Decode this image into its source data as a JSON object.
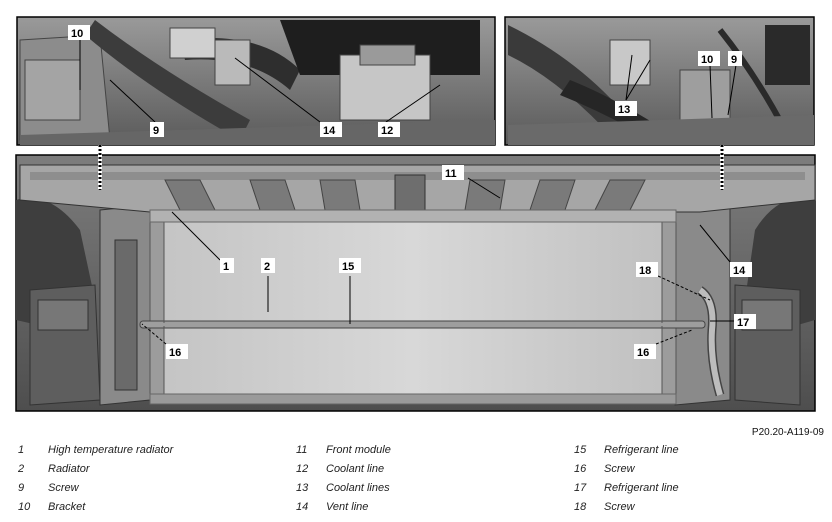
{
  "figure_ref": "P20.20-A119-09",
  "callouts": {
    "c1": "1",
    "c2": "2",
    "c9a": "9",
    "c9b": "9",
    "c10a": "10",
    "c10b": "10",
    "c11": "11",
    "c12": "12",
    "c13": "13",
    "c14a": "14",
    "c14b": "14",
    "c15": "15",
    "c16a": "16",
    "c16b": "16",
    "c17": "17",
    "c18": "18"
  },
  "legend": [
    {
      "num": "1",
      "label": "High temperature radiator"
    },
    {
      "num": "2",
      "label": "Radiator"
    },
    {
      "num": "9",
      "label": "Screw"
    },
    {
      "num": "10",
      "label": "Bracket"
    },
    {
      "num": "11",
      "label": "Front module"
    },
    {
      "num": "12",
      "label": "Coolant line"
    },
    {
      "num": "13",
      "label": "Coolant lines"
    },
    {
      "num": "14",
      "label": "Vent line"
    },
    {
      "num": "15",
      "label": "Refrigerant line"
    },
    {
      "num": "16",
      "label": "Screw"
    },
    {
      "num": "17",
      "label": "Refrigerant line"
    },
    {
      "num": "18",
      "label": "Screw"
    }
  ]
}
